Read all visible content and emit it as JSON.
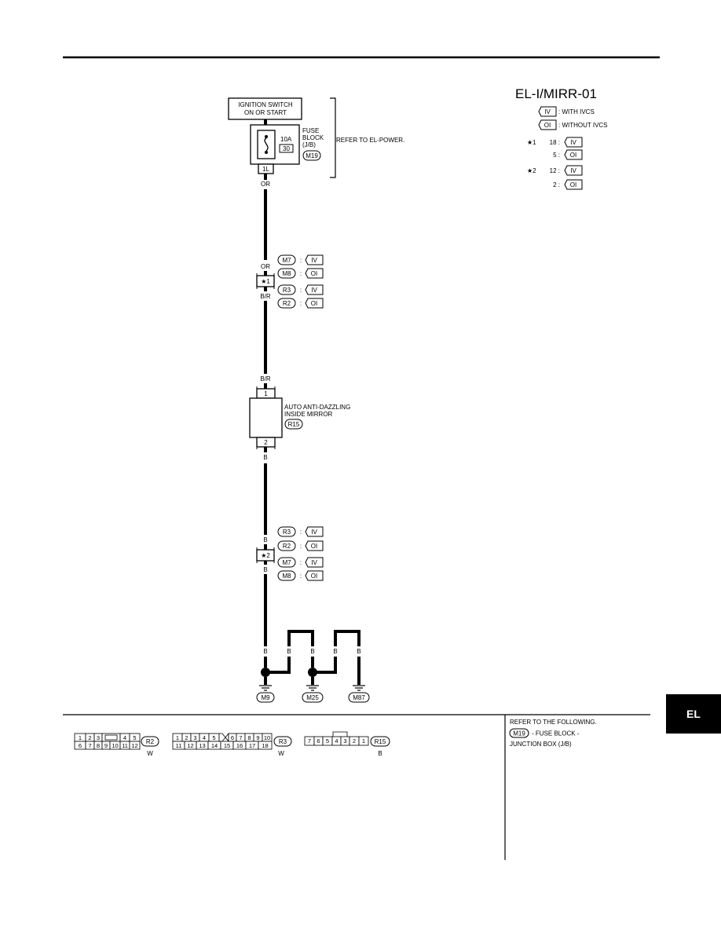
{
  "page": {
    "diagram_id": "EL-I/MIRR-01",
    "section_tab": "EL"
  },
  "legend": {
    "iv_symbol": "IV",
    "iv_text": ": WITH IVCS",
    "oi_symbol": "OI",
    "oi_text": ": WITHOUT IVCS",
    "star1": "★1",
    "star1_iv_pin": "18 :",
    "star1_oi_pin": "5 :",
    "star2": "★2",
    "star2_iv_pin": "12 :",
    "star2_oi_pin": "2 :"
  },
  "power": {
    "switch_line1": "IGNITION SWITCH",
    "switch_line2": "ON OR START",
    "fuse_rating": "10A",
    "fuse_number": "30",
    "fuse_label_line1": "FUSE",
    "fuse_label_line2": "BLOCK",
    "fuse_label_line3": "(J/B)",
    "fuse_connector": "M19",
    "terminal": "1L",
    "refer_text": "REFER TO EL-POWER."
  },
  "wires": {
    "or": "OR",
    "b_r": "B/R",
    "b": "B"
  },
  "joint1": {
    "label": "★1",
    "rows": [
      {
        "conn": "M7",
        "opt": "IV"
      },
      {
        "conn": "M8",
        "opt": "OI"
      },
      {
        "conn": "R3",
        "opt": "IV"
      },
      {
        "conn": "R2",
        "opt": "OI"
      }
    ]
  },
  "mirror": {
    "name_line1": "AUTO ANTI-DAZZLING",
    "name_line2": "INSIDE MIRROR",
    "connector": "R15",
    "pin_top": "1",
    "pin_bottom": "2"
  },
  "joint2": {
    "label": "★2",
    "rows": [
      {
        "conn": "R3",
        "opt": "IV"
      },
      {
        "conn": "R2",
        "opt": "OI"
      },
      {
        "conn": "M7",
        "opt": "IV"
      },
      {
        "conn": "M8",
        "opt": "OI"
      }
    ]
  },
  "grounds": [
    "M9",
    "M25",
    "M87"
  ],
  "connectors": {
    "r2": {
      "name": "R2",
      "color": "W",
      "row1": [
        "1",
        "2",
        "3",
        "",
        "4",
        "5"
      ],
      "row2": [
        "6",
        "7",
        "8",
        "9",
        "10",
        "11",
        "12"
      ]
    },
    "r3": {
      "name": "R3",
      "color": "W",
      "row1": [
        "1",
        "2",
        "3",
        "4",
        "5",
        "",
        "6",
        "7",
        "8",
        "9",
        "10"
      ],
      "row2": [
        "11",
        "12",
        "13",
        "14",
        "15",
        "16",
        "17",
        "18"
      ]
    },
    "r15": {
      "name": "R15",
      "color": "B",
      "pins": [
        "7",
        "6",
        "5",
        "4",
        "3",
        "2",
        "1"
      ]
    }
  },
  "refer_box": {
    "line1": "REFER TO THE FOLLOWING.",
    "connector": "M19",
    "line2": "- FUSE BLOCK -",
    "line3": "JUNCTION BOX (J/B)"
  }
}
